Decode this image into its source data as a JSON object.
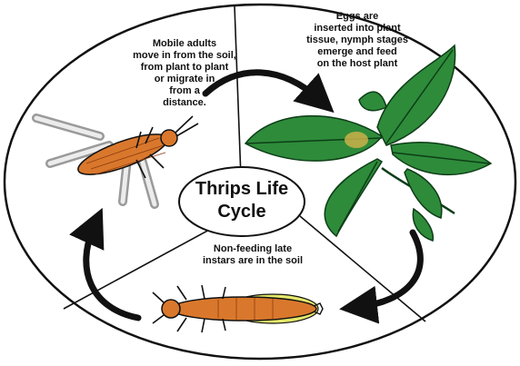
{
  "title_lines": [
    "Thrips Life",
    "Cycle"
  ],
  "stages": {
    "adults": {
      "lines": [
        "Mobile adults",
        "move in from the soil,",
        "from plant to plant",
        "or migrate in",
        "from a",
        "distance."
      ]
    },
    "eggs": {
      "lines": [
        "Eggs are",
        "inserted into plant",
        "tissue, nymph stages",
        "emerge and feed",
        "on the host plant"
      ]
    },
    "soil": {
      "lines": [
        "Non-feeding late",
        "instars are in the soil"
      ]
    }
  },
  "colors": {
    "outline": "#111111",
    "leaf": "#2e8b3a",
    "leaf_vein": "#0d3d17",
    "insect_body": "#d9782c",
    "insect_wing": "#b9b9b9",
    "nymph_pad": "#e4e86a",
    "egg_spot": "#c9b04a"
  }
}
